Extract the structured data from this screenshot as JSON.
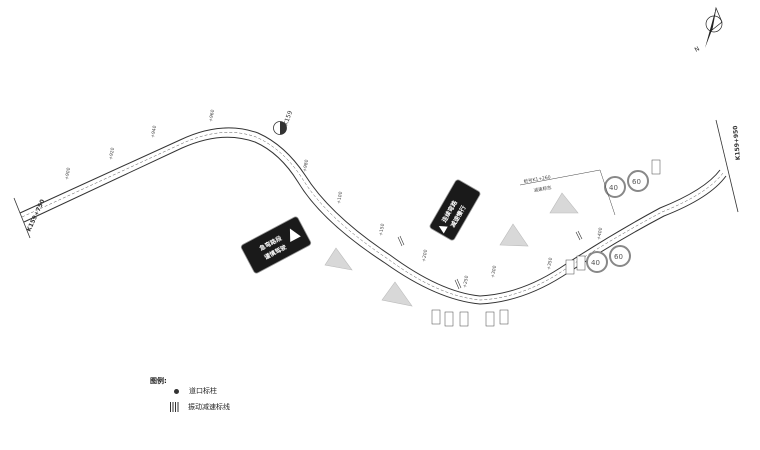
{
  "drawing": {
    "start_label": "K159+750",
    "end_label": "K159+950",
    "marker_label": "K159",
    "north_label": "N",
    "chainages": [
      {
        "text": "+900"
      },
      {
        "text": "+920"
      },
      {
        "text": "+940"
      },
      {
        "text": "+960"
      },
      {
        "text": "+980"
      },
      {
        "text": "+100"
      },
      {
        "text": "+150"
      },
      {
        "text": "+200"
      },
      {
        "text": "+250"
      },
      {
        "text": "+300"
      },
      {
        "text": "+350"
      },
      {
        "text": "+400"
      }
    ],
    "sign_left_text": [
      "急弯路段",
      "谨慎驾驶"
    ],
    "sign_right_text": [
      "连续弯路",
      "减速慢行"
    ],
    "annotation_text": [
      "桩号K1+260",
      "减速标志"
    ],
    "speed_limits": [
      "40",
      "60",
      "40",
      "60"
    ]
  },
  "legend": {
    "title": "图例:",
    "items": [
      {
        "label": "道口标柱"
      },
      {
        "label": "振动减速标线"
      }
    ]
  },
  "colors": {
    "line": "#333333",
    "sign": "#1a1a1a",
    "warning": "#d8d8d8"
  }
}
